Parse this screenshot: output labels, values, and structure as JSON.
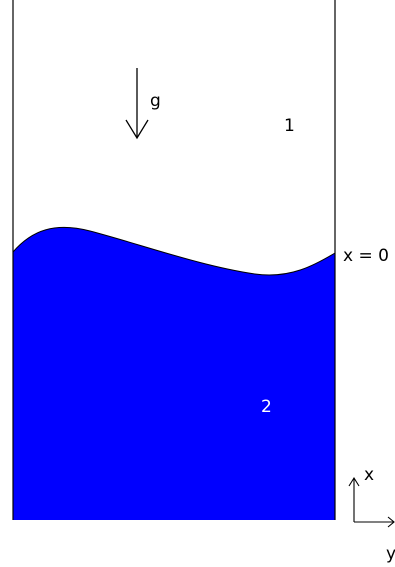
{
  "labels": {
    "gravity": "g",
    "fluid_1": "1",
    "fluid_2": "2",
    "interface": "x = 0",
    "axis_x": "x",
    "axis_y": "y"
  },
  "colors": {
    "fluid_2_fill": "#0000ff",
    "fluid_2_label": "#ffffff",
    "lines": "#000000",
    "background": "#ffffff"
  }
}
